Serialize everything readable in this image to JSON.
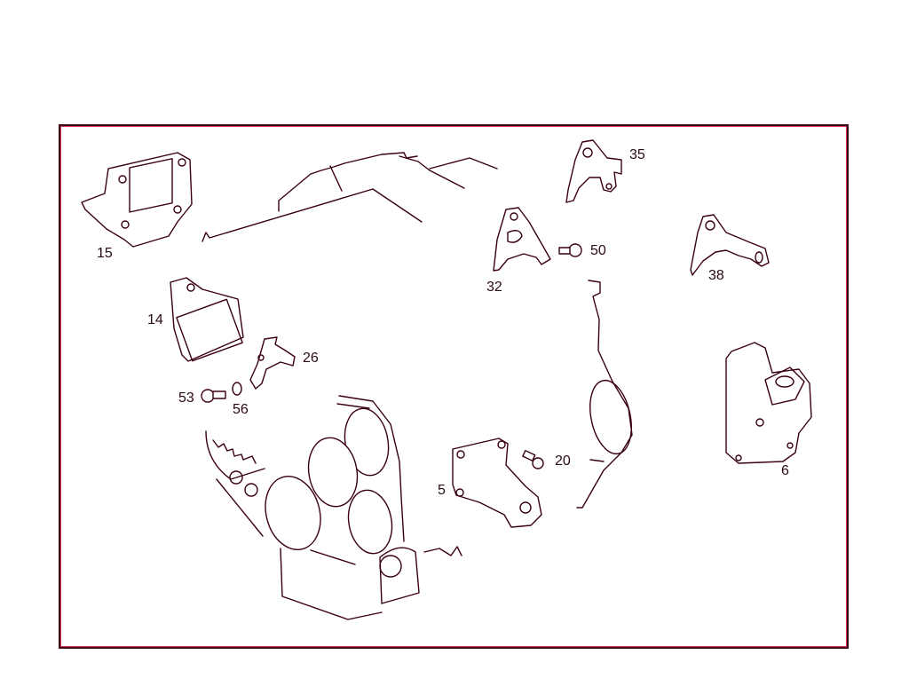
{
  "diagram": {
    "type": "exploded-parts-diagram",
    "subject": "engine mounts and brackets",
    "line_color": "#3a0010",
    "frame_color": "#3a0a14",
    "callouts": [
      {
        "id": "15",
        "label": "15"
      },
      {
        "id": "14",
        "label": "14"
      },
      {
        "id": "26",
        "label": "26"
      },
      {
        "id": "53",
        "label": "53"
      },
      {
        "id": "56",
        "label": "56"
      },
      {
        "id": "35",
        "label": "35"
      },
      {
        "id": "32",
        "label": "32"
      },
      {
        "id": "50",
        "label": "50"
      },
      {
        "id": "38",
        "label": "38"
      },
      {
        "id": "5",
        "label": "5"
      },
      {
        "id": "20",
        "label": "20"
      },
      {
        "id": "6",
        "label": "6"
      }
    ]
  }
}
